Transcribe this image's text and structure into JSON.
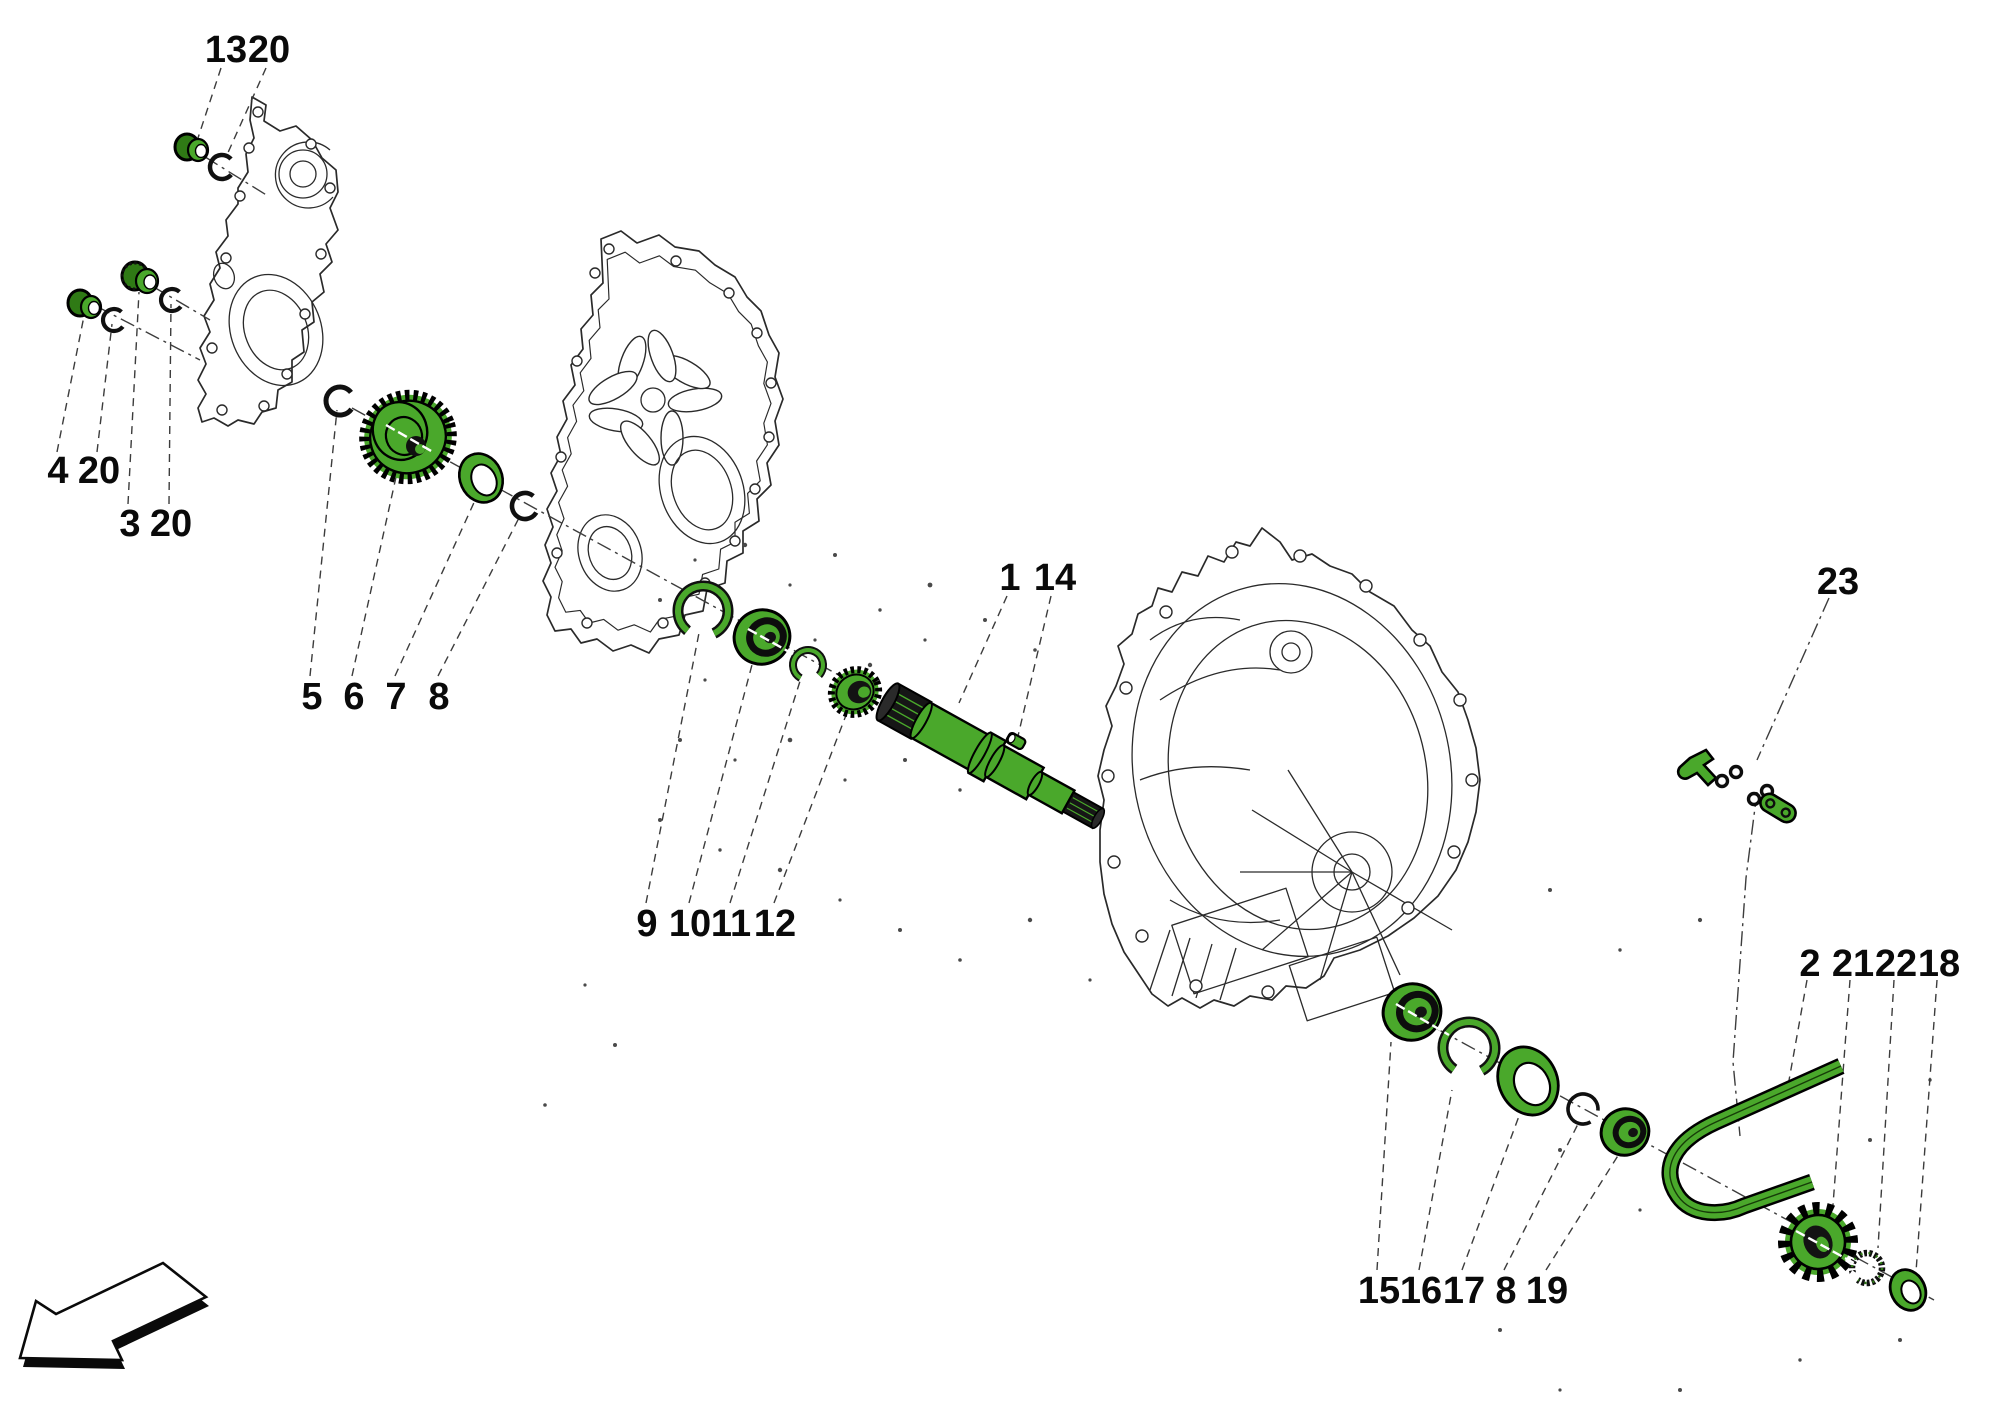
{
  "colors": {
    "highlight_green": "#4aa82b",
    "highlight_green_dark": "#2f7a15",
    "ink": "#0a0a0a",
    "lineart": "#2a2a2a",
    "leader": "#3c3c3c"
  },
  "callouts": {
    "n1": "1",
    "n2": "2",
    "n3": "3",
    "n4": "4",
    "n5": "5",
    "n6": "6",
    "n7": "7",
    "n8": "8",
    "n8b": "8",
    "n9": "9",
    "n10": "10",
    "n11": "11",
    "n12": "12",
    "n13": "13",
    "n14": "14",
    "n15": "15",
    "n16": "16",
    "n17": "17",
    "n18": "18",
    "n19": "19",
    "n20a": "20",
    "n20b": "20",
    "n20c": "20",
    "n21": "21",
    "n22": "22",
    "n23": "23"
  }
}
